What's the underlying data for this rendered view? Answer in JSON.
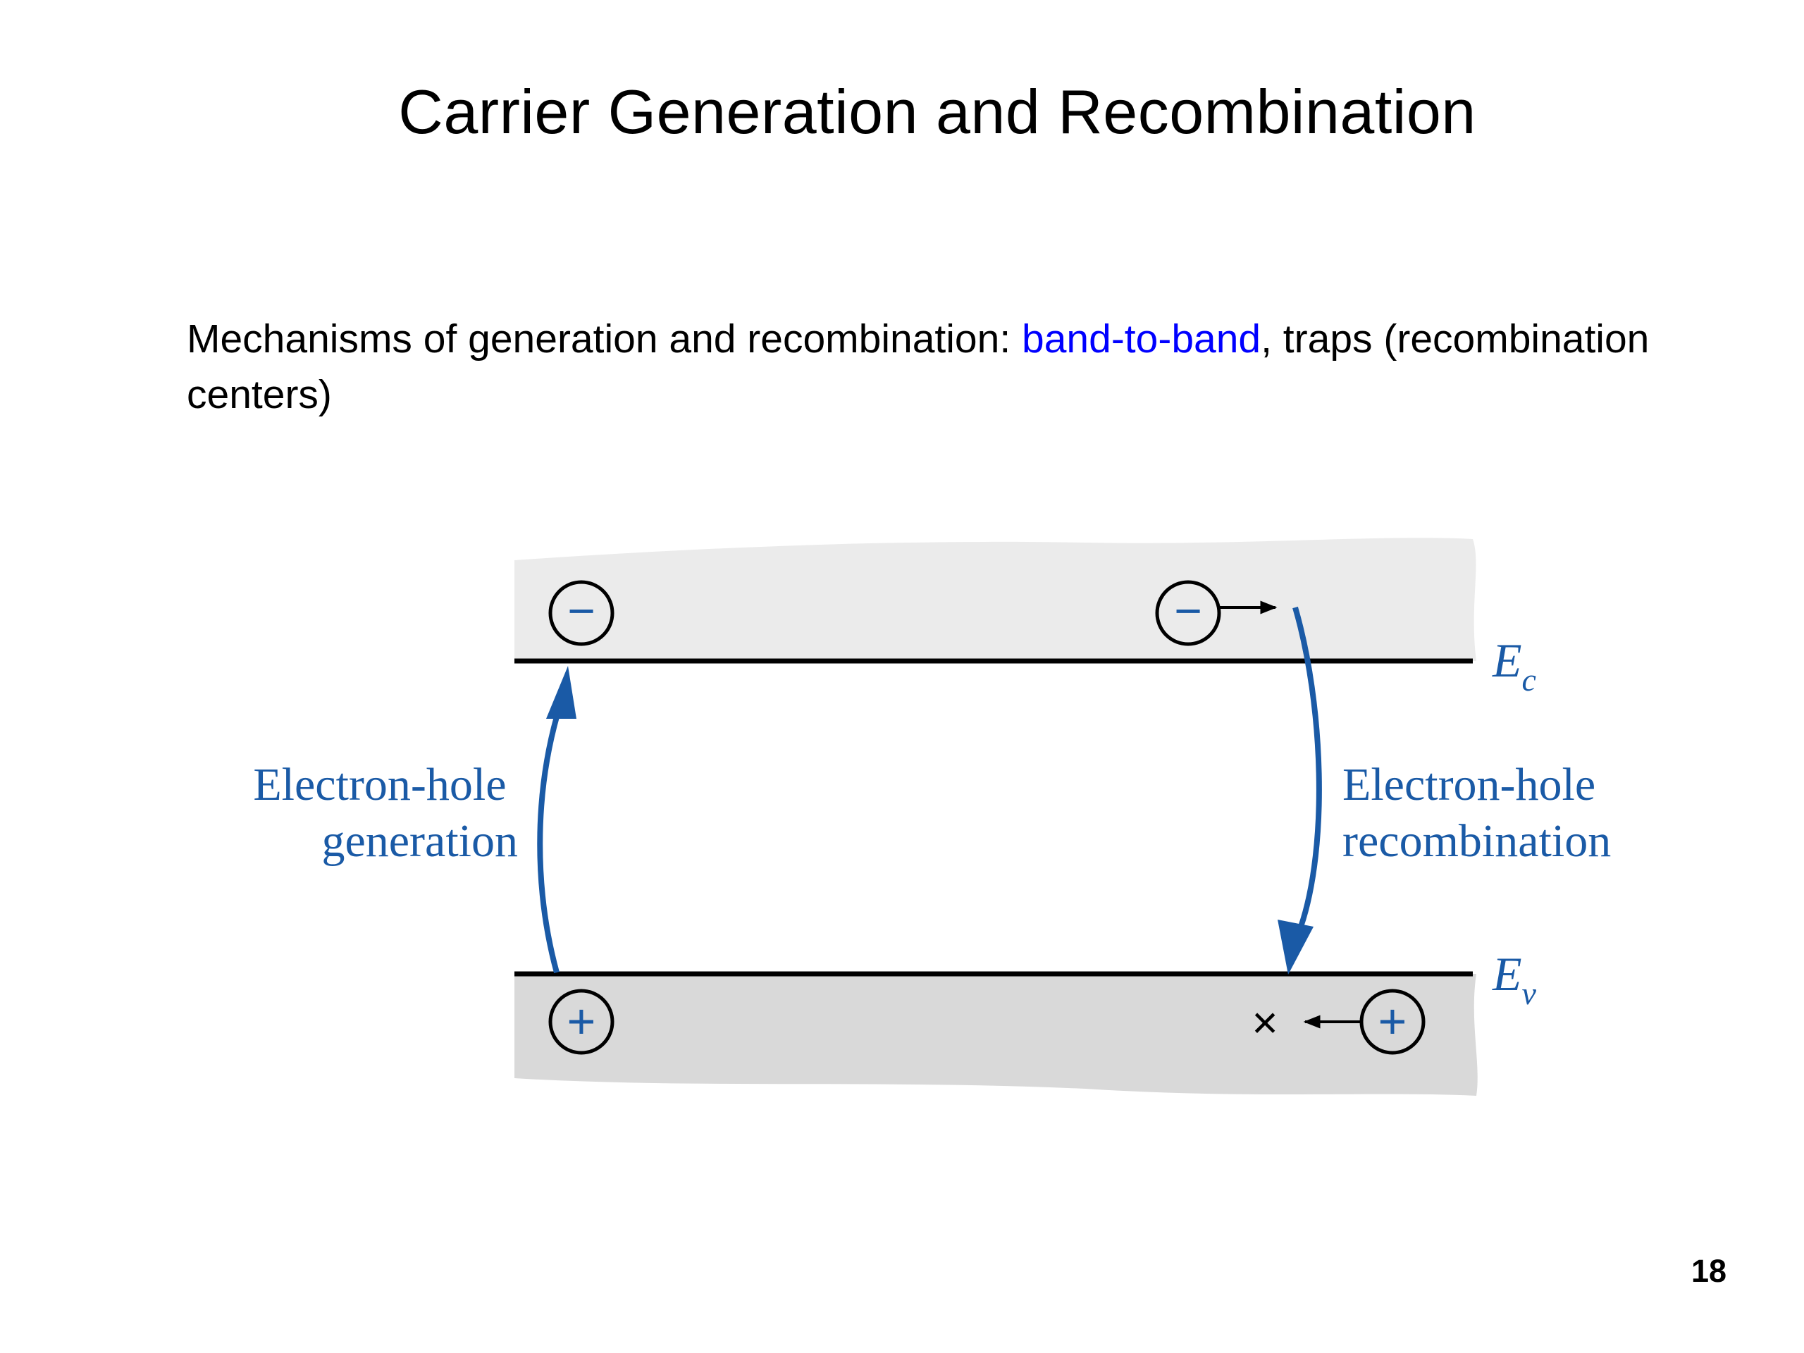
{
  "slide": {
    "title": "Carrier Generation and Recombination",
    "body_prefix": "Mechanisms of generation and recombination: ",
    "body_highlight": "band-to-band",
    "body_suffix": ", traps (recombination centers)",
    "page_number": "18"
  },
  "diagram": {
    "conduction_band_label": {
      "base": "E",
      "subscript": "c"
    },
    "valence_band_label": {
      "base": "E",
      "subscript": "v"
    },
    "generation_label": {
      "line1": "Electron-hole",
      "line2": "generation"
    },
    "recombination_label": {
      "line1": "Electron-hole",
      "line2": "recombination"
    },
    "electron_symbol": "−",
    "hole_symbol": "+",
    "annihilation_symbol": "×",
    "colors": {
      "accent_blue": "#1a5aa6",
      "band_gray": "#dcdcdc",
      "highlight_text": "#0000ff"
    }
  }
}
